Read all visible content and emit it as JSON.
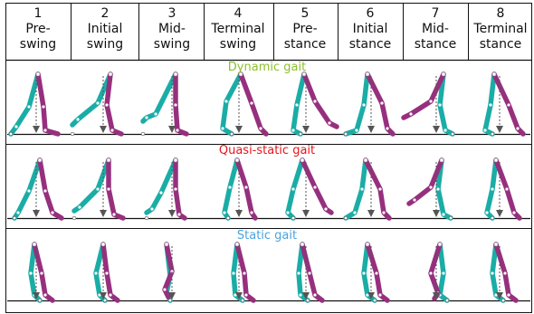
{
  "columns": [
    {
      "num": "1",
      "line1": "Pre-",
      "line2": "swing"
    },
    {
      "num": "2",
      "line1": "Initial",
      "line2": "swing"
    },
    {
      "num": "3",
      "line1": "Mid-",
      "line2": "swing"
    },
    {
      "num": "4",
      "line1": "Terminal",
      "line2": "swing"
    },
    {
      "num": "5",
      "line1": "Pre-",
      "line2": "stance"
    },
    {
      "num": "6",
      "line1": "Initial",
      "line2": "stance"
    },
    {
      "num": "7",
      "line1": "Mid-",
      "line2": "stance"
    },
    {
      "num": "8",
      "line1": "Terminal",
      "line2": "stance"
    }
  ],
  "rows": [
    {
      "label": "Dynamic gait",
      "color": "#8cbf2e"
    },
    {
      "label": "Quasi-static gait",
      "color": "#e8131a"
    },
    {
      "label": "Static gait",
      "color": "#4aa3df"
    }
  ],
  "colors": {
    "leg_a": "#1aada6",
    "leg_b": "#96307e",
    "line": "#111111",
    "com": "#555555"
  }
}
